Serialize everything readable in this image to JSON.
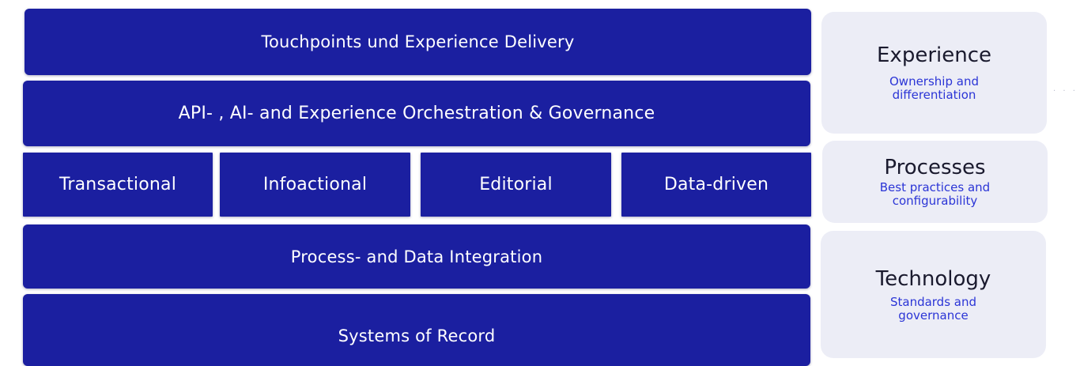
{
  "layers": {
    "touchpoints": "Touchpoints und Experience Delivery",
    "orchestration": "API- , AI- and Experience Orchestration & Governance",
    "types": [
      "Transactional",
      "Infoactional",
      "Editorial",
      "Data-driven"
    ],
    "integration": "Process- and Data Integration",
    "records": "Systems of Record"
  },
  "pillars": [
    {
      "title": "Experience",
      "subtitle": "Ownership and differentiation"
    },
    {
      "title": "Processes",
      "subtitle": "Best practices and configurability"
    },
    {
      "title": "Technology",
      "subtitle": "Standards and governance"
    }
  ],
  "colors": {
    "block": "#1b1fa0",
    "pillar_bg": "#ecedf6",
    "accent_text": "#2b35d6"
  }
}
